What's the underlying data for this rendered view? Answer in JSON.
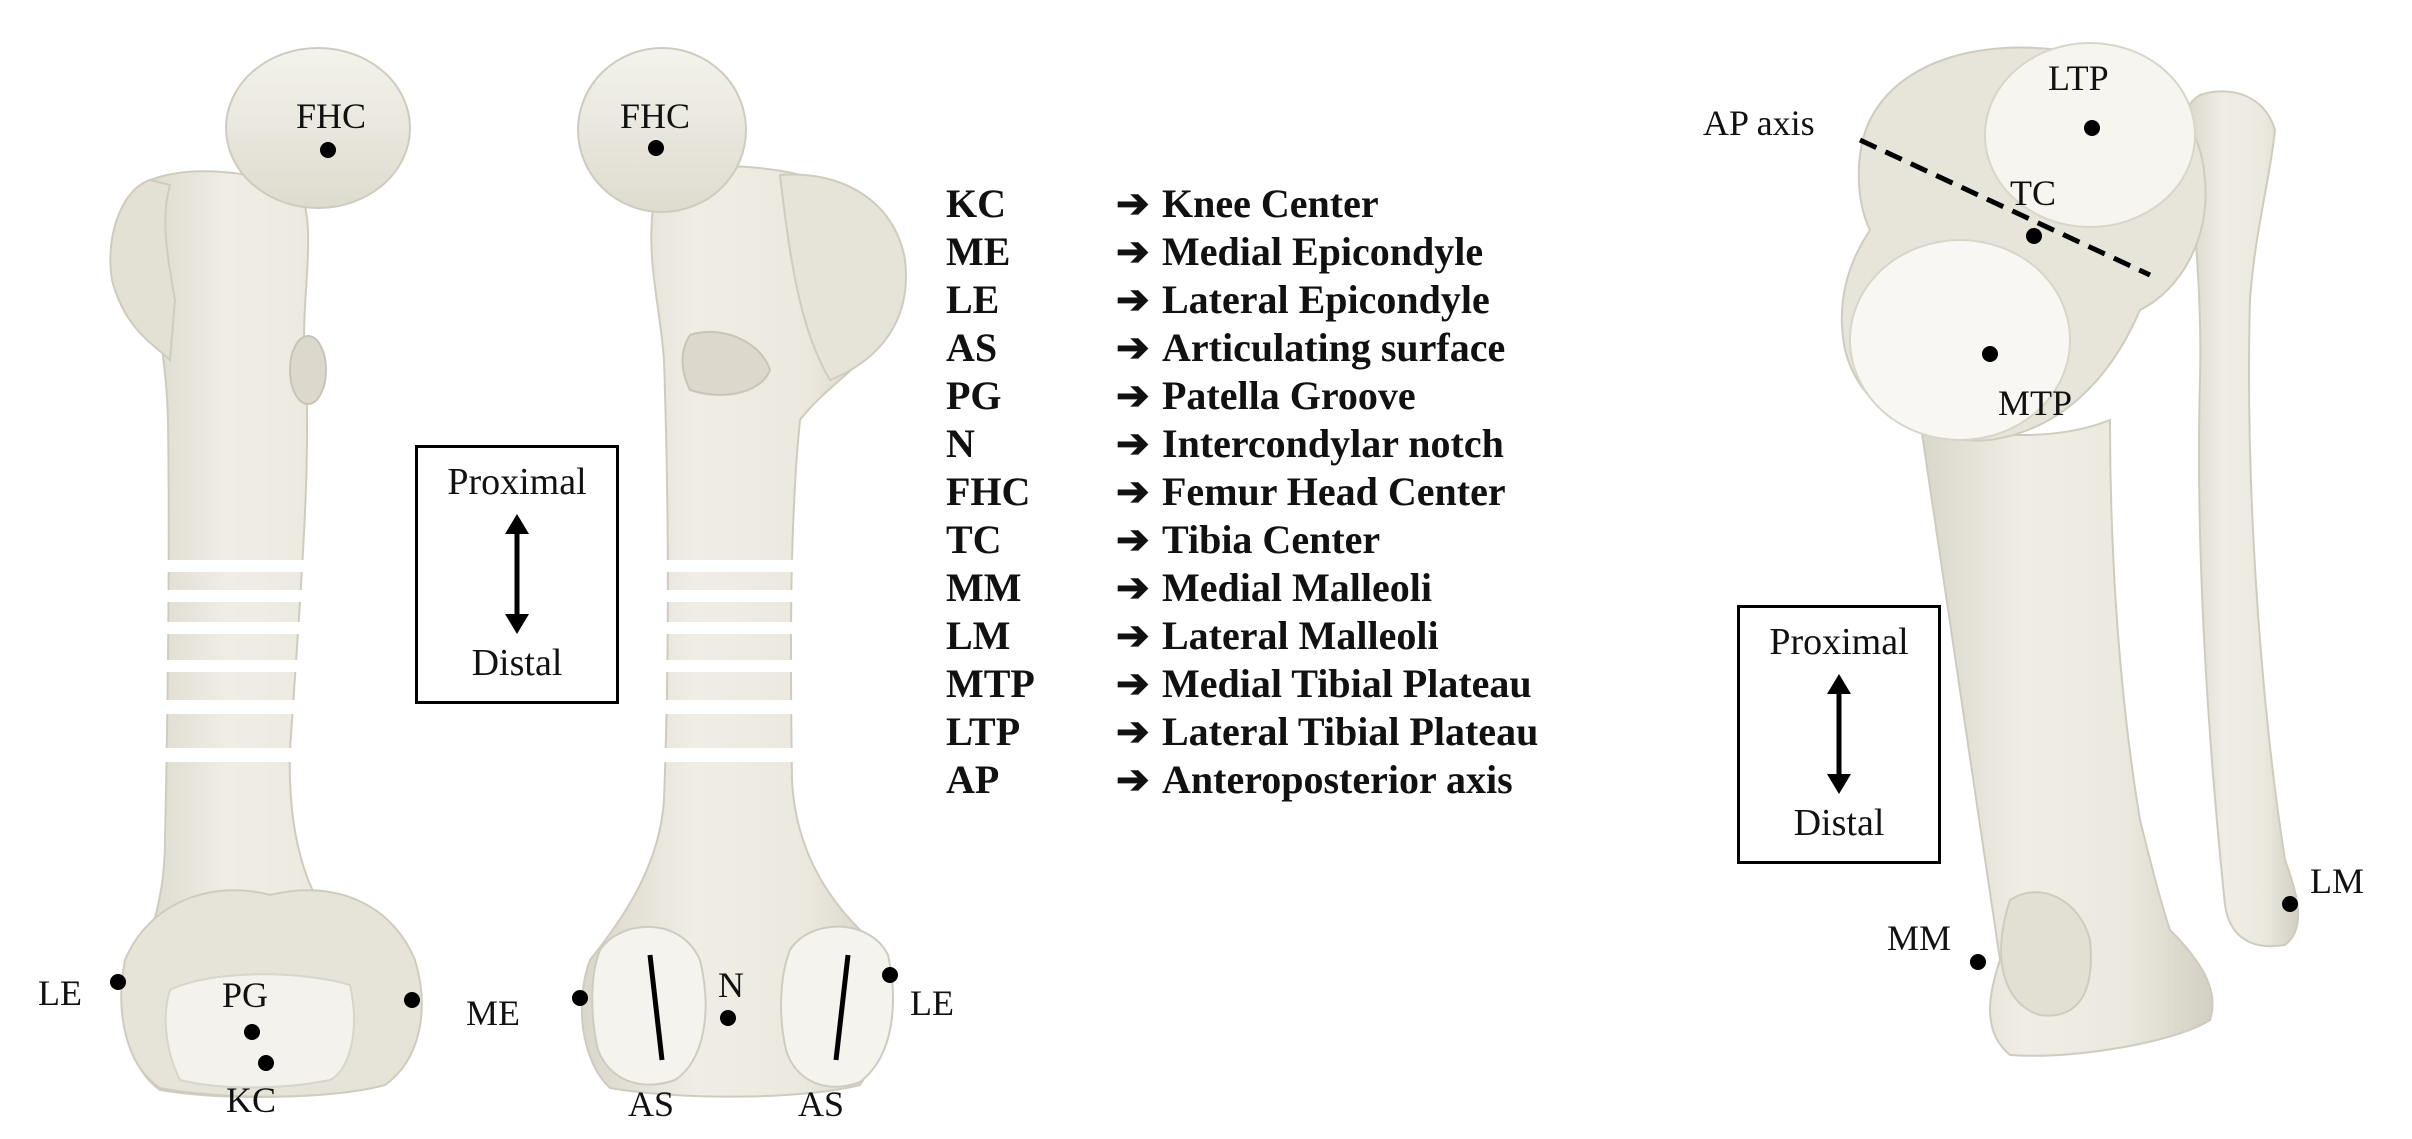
{
  "femur_anterior": {
    "labels": {
      "fhc": "FHC",
      "le": "LE",
      "pg": "PG",
      "kc": "KC"
    }
  },
  "femur_posterior": {
    "labels": {
      "fhc": "FHC",
      "me": "ME",
      "n": "N",
      "le": "LE",
      "as_left": "AS",
      "as_right": "AS"
    }
  },
  "direction_box_left": {
    "top": "Proximal",
    "bottom": "Distal"
  },
  "direction_box_right": {
    "top": "Proximal",
    "bottom": "Distal"
  },
  "legend": {
    "arrow_glyph": "➔",
    "items": [
      {
        "abbr": "KC",
        "term": "Knee Center"
      },
      {
        "abbr": "ME",
        "term": "Medial Epicondyle"
      },
      {
        "abbr": "LE",
        "term": "Lateral Epicondyle"
      },
      {
        "abbr": "AS",
        "term": "Articulating surface"
      },
      {
        "abbr": "PG",
        "term": "Patella Groove"
      },
      {
        "abbr": "N",
        "term": "Intercondylar notch"
      },
      {
        "abbr": "FHC",
        "term": "Femur Head Center"
      },
      {
        "abbr": "TC",
        "term": "Tibia Center"
      },
      {
        "abbr": "MM",
        "term": "Medial Malleoli"
      },
      {
        "abbr": "LM",
        "term": "Lateral Malleoli"
      },
      {
        "abbr": "MTP",
        "term": "Medial Tibial Plateau"
      },
      {
        "abbr": "LTP",
        "term": "Lateral Tibial Plateau"
      },
      {
        "abbr": "AP",
        "term": "Anteroposterior axis"
      }
    ]
  },
  "tibia": {
    "labels": {
      "ap_axis": "AP axis",
      "ltp": "LTP",
      "tc": "TC",
      "mtp": "MTP",
      "lm": "LM",
      "mm": "MM"
    }
  },
  "colors": {
    "bone": "#ebe9df",
    "bone_shadow": "#d6d3c6",
    "bone_light": "#f6f5ef",
    "marker": "#000000"
  }
}
